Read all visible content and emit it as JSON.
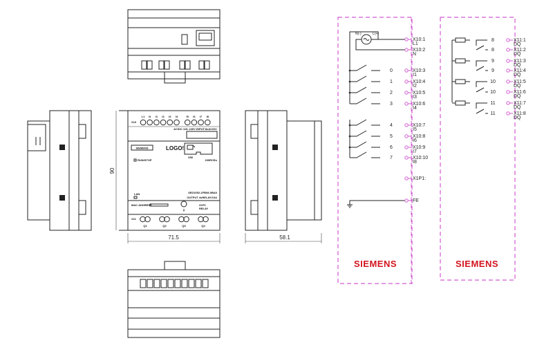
{
  "dimensions": {
    "height": "90",
    "width": "71.5",
    "depth": "58.1"
  },
  "front": {
    "terminal_block_top": "X10",
    "input_terminals": [
      "L1",
      "N",
      "I1",
      "I2",
      "I3",
      "I4",
      "I5",
      "I6",
      "I7",
      "I8"
    ],
    "input_rating": "AC/DC 115..240V INPUT:8xAC/DC",
    "brand_badge": "SIEMENS",
    "product_name": "LOGO!",
    "card_slot": "X50",
    "run_stop": "RUN/STOP",
    "variant": "230RCEo",
    "lan": "LAN",
    "order_number": "6ED1052-1FB08-0BA0",
    "output_rating": "OUTPUT 4xRELAY/10A",
    "mac_address": "MAC ADDRESS",
    "port": "X1P1",
    "port_type": "RELAY",
    "terminal_block_bottom": "X11",
    "outputs": [
      "Q1",
      "Q2",
      "Q3",
      "Q4"
    ]
  },
  "input_schematic": {
    "supply_labels": [
      "N(-)",
      "L(+)"
    ],
    "terminals": [
      {
        "num": "",
        "name": "X10:1",
        "sig": "L1"
      },
      {
        "num": "",
        "name": "X10:2",
        "sig": "N"
      },
      {
        "num": "0",
        "name": "X10:3",
        "sig": "I1"
      },
      {
        "num": "1",
        "name": "X10:4",
        "sig": "I2"
      },
      {
        "num": "2",
        "name": "X10:5",
        "sig": "I3"
      },
      {
        "num": "3",
        "name": "X10:6",
        "sig": "I4"
      },
      {
        "num": "4",
        "name": "X10:7",
        "sig": "I5"
      },
      {
        "num": "5",
        "name": "X10:8",
        "sig": "I6"
      },
      {
        "num": "6",
        "name": "X10:9",
        "sig": "I7"
      },
      {
        "num": "7",
        "name": "X10:10",
        "sig": "I8"
      },
      {
        "num": "",
        "name": "X1P1:",
        "sig": ""
      },
      {
        "num": "",
        "name": "FE",
        "sig": ""
      }
    ],
    "brand": "SIEMENS"
  },
  "output_schematic": {
    "terminals": [
      {
        "num": "8",
        "name": "X11:1",
        "sig": "DQ"
      },
      {
        "num": "8",
        "name": "X11:2",
        "sig": "DQ"
      },
      {
        "num": "9",
        "name": "X11:3",
        "sig": "DQ"
      },
      {
        "num": "9",
        "name": "X11:4",
        "sig": "DQ"
      },
      {
        "num": "10",
        "name": "X11:5",
        "sig": "DQ"
      },
      {
        "num": "10",
        "name": "X11:6",
        "sig": "DQ"
      },
      {
        "num": "11",
        "name": "X11:7",
        "sig": "DQ"
      },
      {
        "num": "11",
        "name": "X11:8",
        "sig": "DQ"
      }
    ],
    "brand": "SIEMENS"
  },
  "colors": {
    "frame": "#d25ad2",
    "brand": "#d2141e"
  }
}
